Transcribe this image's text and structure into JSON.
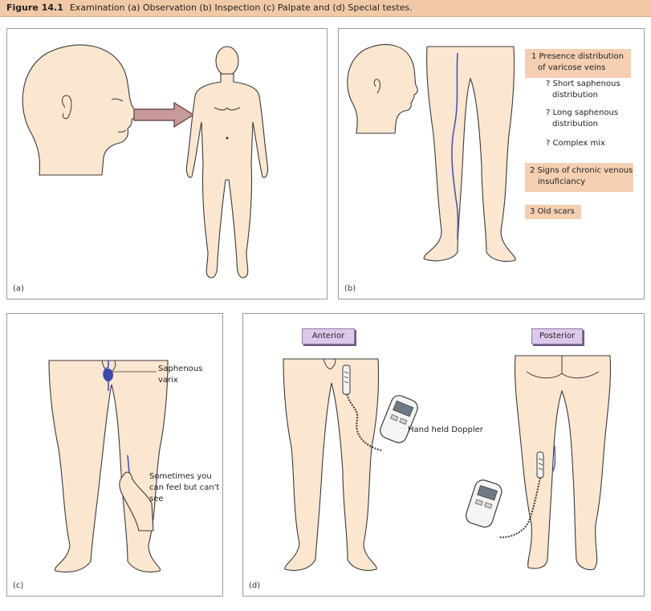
{
  "caption": {
    "figure_label": "Figure 14.1",
    "text": "Examination (a) Observation (b) Inspection (c) Palpate and (d) Special testes."
  },
  "panel_a": {
    "letter": "(a)"
  },
  "panel_b": {
    "letter": "(b)",
    "item1": {
      "line1": "1 Presence distribution",
      "line2": "of varicose veins"
    },
    "sub1": {
      "line1": "? Short saphenous",
      "line2": "distribution"
    },
    "sub2": {
      "line1": "? Long saphenous",
      "line2": "distribution"
    },
    "sub3": "? Complex mix",
    "item2": {
      "line1": "2 Signs of chronic venous",
      "line2": "insuficiancy"
    },
    "item3": "3 Old scars"
  },
  "panel_c": {
    "letter": "(c)",
    "varix": {
      "line1": "Saphenous",
      "line2": "varix"
    },
    "feel": {
      "line1": "Sometimes you",
      "line2": "can feel but can't",
      "line3": "see"
    }
  },
  "panel_d": {
    "letter": "(d)",
    "anterior": "Anterior",
    "posterior": "Posterior",
    "doppler": "Hand held Doppler"
  },
  "colors": {
    "caption_bg": "#f2c9a6",
    "skin": "#fbe6cf",
    "tag_bg": "#f5cfb2",
    "vein": "#4a56b0",
    "purple_tag": "#dcc8ea"
  }
}
